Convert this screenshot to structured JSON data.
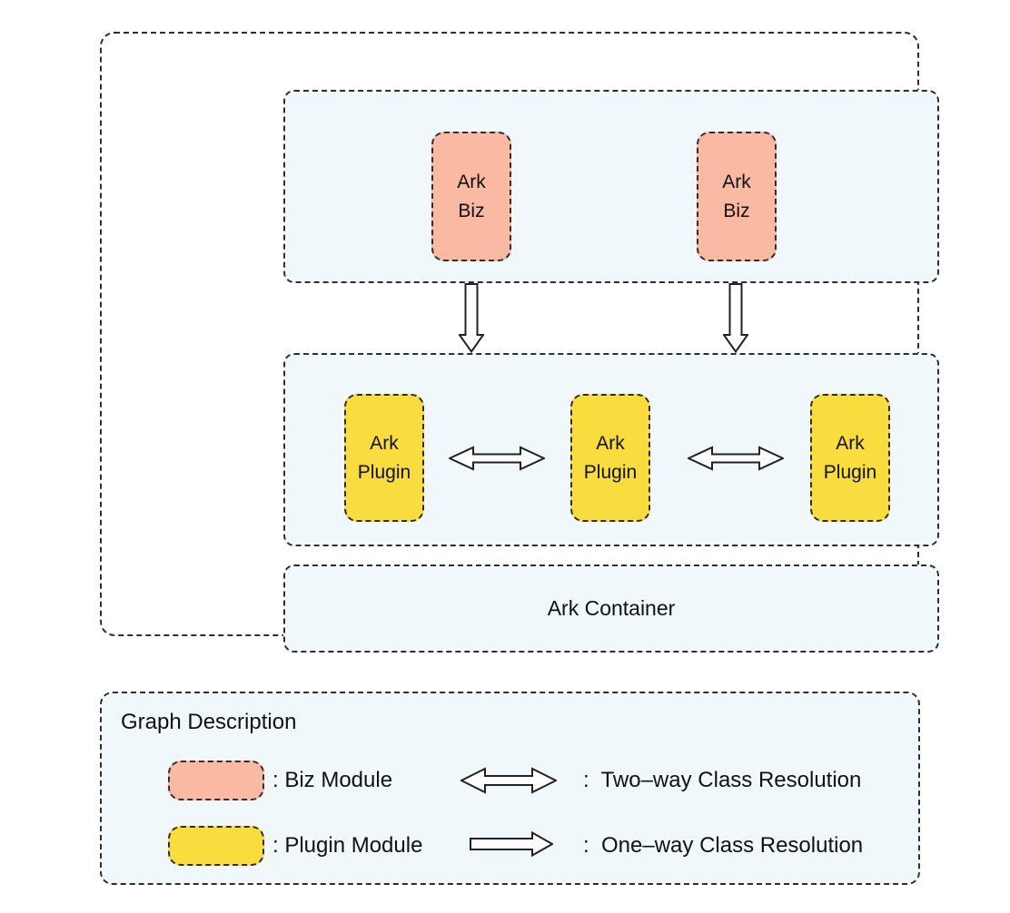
{
  "colors": {
    "biz_module": "#FAB9A3",
    "plugin_module": "#F9DC3E",
    "panel_background": "#F0F8FC",
    "dashed_border": "#2E2E2E",
    "arrow_fill": "#FFFFFF",
    "arrow_stroke": "#222222"
  },
  "diagram": {
    "biz_layer": {
      "boxes": [
        {
          "label": "Ark\nBiz"
        },
        {
          "label": "Ark\nBiz"
        }
      ]
    },
    "plugin_layer": {
      "boxes": [
        {
          "label": "Ark\nPlugin"
        },
        {
          "label": "Ark\nPlugin"
        },
        {
          "label": "Ark\nPlugin"
        }
      ]
    },
    "container": {
      "label": "Ark Container"
    }
  },
  "legend": {
    "title": "Graph Description",
    "items": {
      "biz": {
        "label": ": Biz Module"
      },
      "plugin": {
        "label": ": Plugin Module"
      },
      "two_way": {
        "label": ":  Two–way Class Resolution"
      },
      "one_way": {
        "label": ":  One–way Class Resolution"
      }
    }
  }
}
